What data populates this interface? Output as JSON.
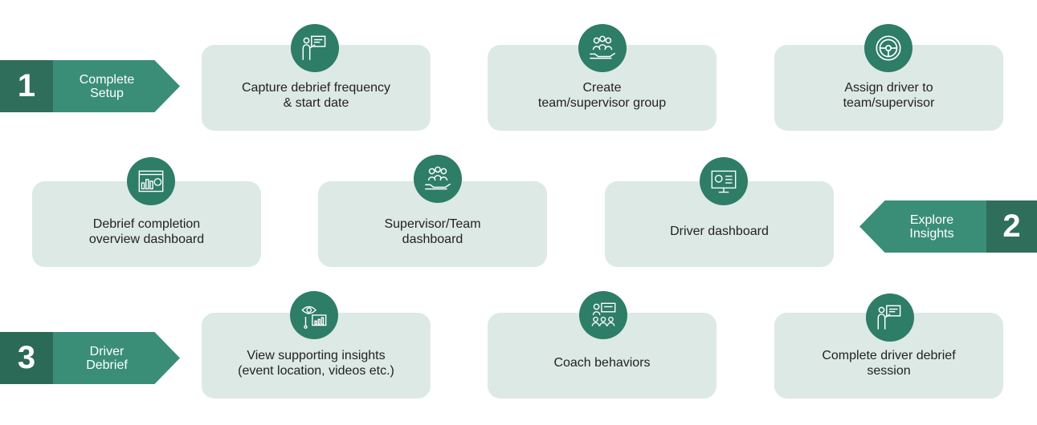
{
  "colors": {
    "card_bg": "#dde9e5",
    "icon_bg": "#2e7d66",
    "step_num_bg": "#2f6e5b",
    "step_arrow_bg": "#3a8e77"
  },
  "steps": [
    {
      "number": "1",
      "label": "Complete\nSetup"
    },
    {
      "number": "2",
      "label": "Explore\nInsights"
    },
    {
      "number": "3",
      "label": "Driver\nDebrief"
    }
  ],
  "cards": [
    {
      "label": "Capture debrief frequency\n& start date",
      "icon": "presenter-board-icon"
    },
    {
      "label": "Create\nteam/supervisor group",
      "icon": "team-hand-icon"
    },
    {
      "label": "Assign driver to\nteam/supervisor",
      "icon": "steering-wheel-icon"
    },
    {
      "label": "Debrief completion\noverview dashboard",
      "icon": "dashboard-browser-icon"
    },
    {
      "label": "Supervisor/Team\ndashboard",
      "icon": "team-hand-icon"
    },
    {
      "label": "Driver dashboard",
      "icon": "monitor-chart-icon"
    },
    {
      "label": "View supporting insights\n(event location, videos etc.)",
      "icon": "eye-chart-icon"
    },
    {
      "label": "Coach behaviors",
      "icon": "coaching-group-icon"
    },
    {
      "label": "Complete driver debrief\nsession",
      "icon": "presenter-board-icon"
    }
  ]
}
